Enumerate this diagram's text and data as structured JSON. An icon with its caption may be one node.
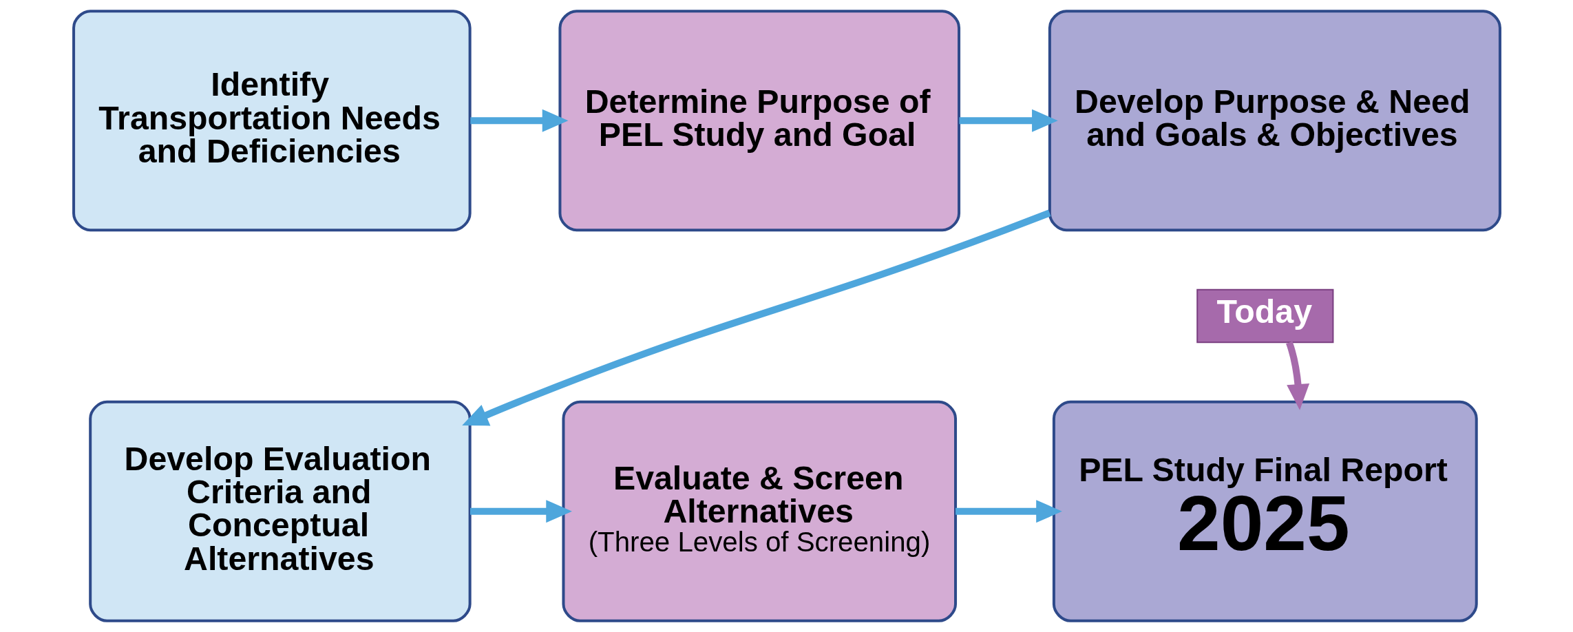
{
  "diagram": {
    "nodes": [
      {
        "text": [
          "Identify Transportation Needs and Deficiencies"
        ]
      },
      {
        "text": [
          "Determine Purpose of PEL Study and Goal"
        ]
      },
      {
        "text": [
          "Develop Purpose & Need and Goals & Objectives"
        ]
      },
      {
        "text": [
          "Develop Evaluation Criteria and Conceptual Alternatives"
        ]
      },
      {
        "text": [
          "Evaluate & Screen Alternatives",
          "(Three Levels of Screening)"
        ]
      },
      {
        "text": [
          "PEL Study Final Report",
          "2025"
        ]
      },
      {
        "text": [
          "Today"
        ]
      }
    ],
    "edges": [
      {
        "from": 0,
        "to": 1,
        "arrow": "to"
      },
      {
        "from": 1,
        "to": 2,
        "arrow": "to"
      },
      {
        "from": 2,
        "to": 3,
        "arrow": "to"
      },
      {
        "from": 3,
        "to": 4,
        "arrow": "to"
      },
      {
        "from": 4,
        "to": 5,
        "arrow": "to"
      },
      {
        "from": 6,
        "to": 5,
        "arrow": "to",
        "color": "#a66aab"
      }
    ]
  }
}
